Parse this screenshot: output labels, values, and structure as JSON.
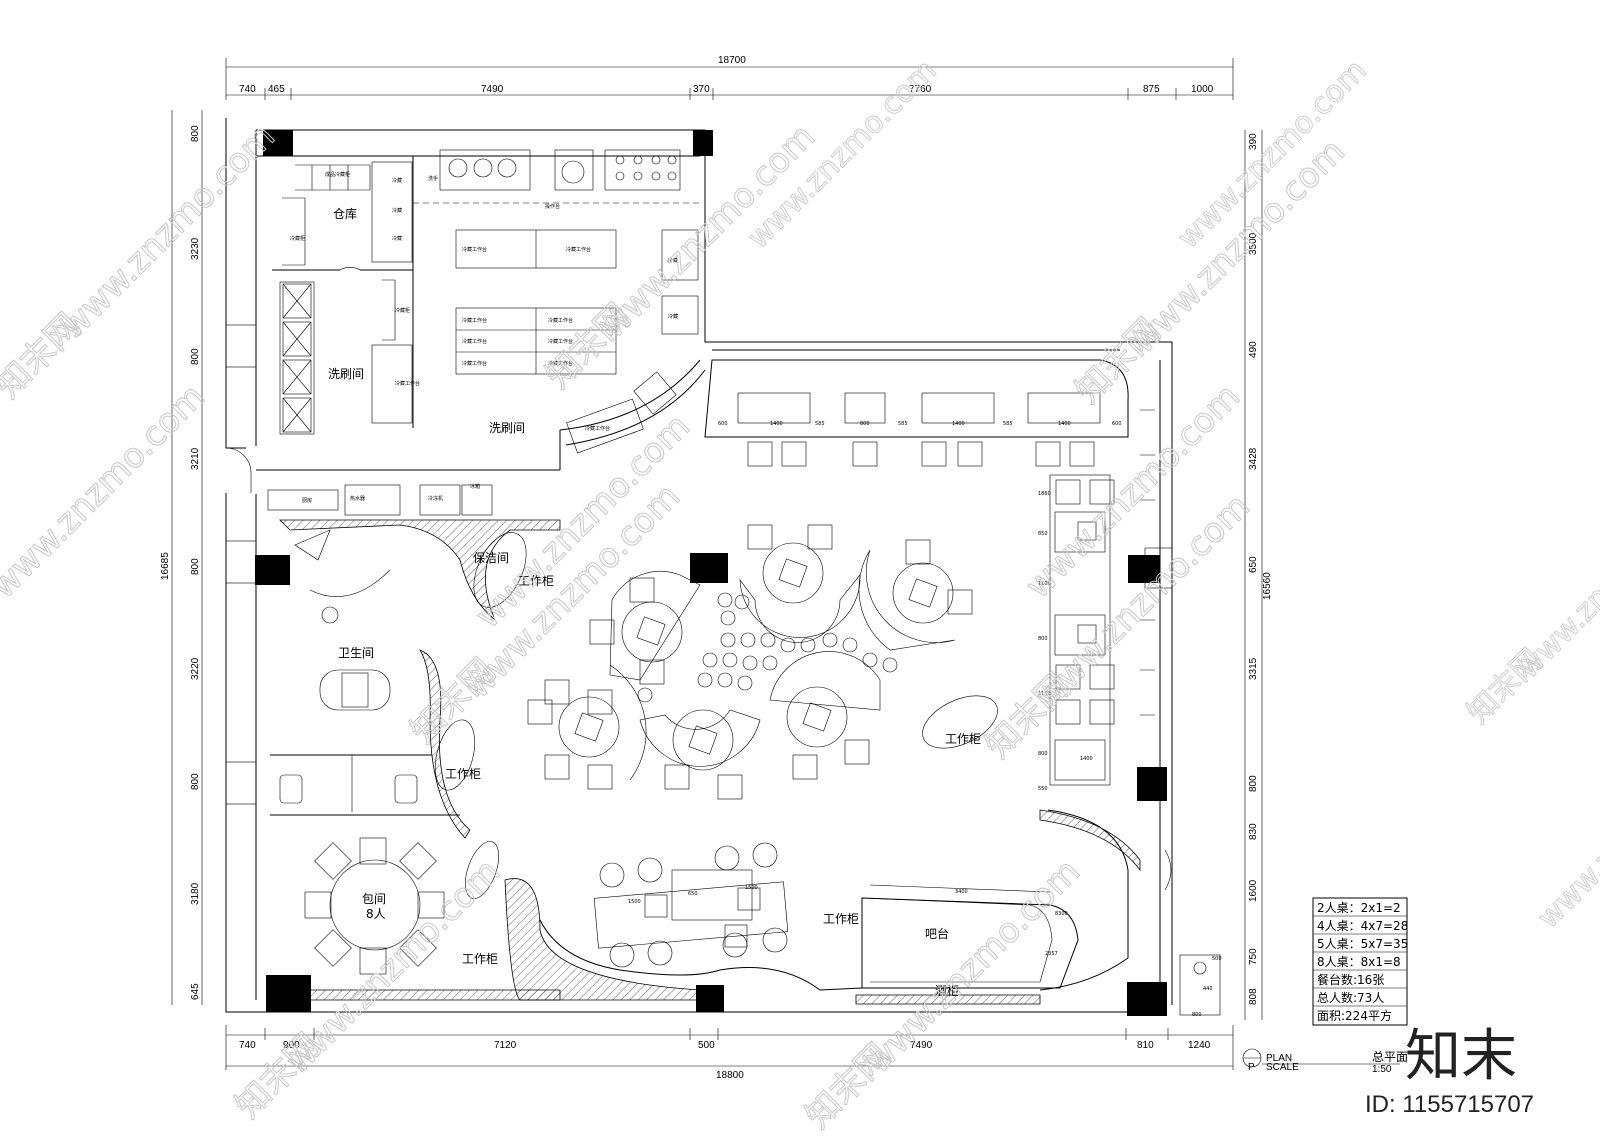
{
  "dims": {
    "top_total": "18700",
    "top": [
      "740",
      "465",
      "7490",
      "370",
      "7760",
      "875",
      "1000"
    ],
    "bottom_total": "18800",
    "bottom": [
      "740",
      "900",
      "7120",
      "500",
      "7490",
      "810",
      "1240"
    ],
    "left_total": "16685",
    "left": [
      "800",
      "3230",
      "800",
      "3210",
      "800",
      "3220",
      "800",
      "3180",
      "645"
    ],
    "right_total": "16560",
    "right": [
      "390",
      "3500",
      "490",
      "3428",
      "650",
      "3315",
      "800",
      "830",
      "1600",
      "750",
      "808"
    ],
    "table_widths": [
      "600",
      "1400",
      "585",
      "800",
      "585",
      "1400",
      "585",
      "1400",
      "600"
    ],
    "booth": [
      "1860",
      "850",
      "1100",
      "800",
      "1150",
      "800",
      "550",
      "1400"
    ],
    "bar_dims": [
      "3400",
      "8300",
      "2357"
    ],
    "counter": [
      "1500",
      "650",
      "1500"
    ],
    "sink": [
      "800",
      "440",
      "500"
    ]
  },
  "rooms": {
    "storage": "仓库",
    "wash1": "洗刷间",
    "wash2": "洗刷间",
    "cleaning": "保洁间",
    "work1": "工作柜",
    "work2": "工作柜",
    "work3": "工作柜",
    "work4": "工作柜",
    "work5": "工作柜",
    "toilet": "卫生间",
    "private_room": "包间",
    "private_room_cap": "8人",
    "bar": "吧台",
    "wine": "酒柜"
  },
  "legend": [
    "2人桌：2x1=2",
    "4人桌：4x7=28",
    "5人桌：5x7=35",
    "8人桌：8x1=8",
    "餐台数:16张",
    "总人数:73人",
    "面积:224平方"
  ],
  "title_block": {
    "marker": "P",
    "plan": "PLAN",
    "scale": "SCALE",
    "title": "总平面",
    "ratio": "1:50"
  },
  "watermark": {
    "url": "www.znzmo.com",
    "brand": "知末网",
    "logo": "知末",
    "id": "ID: 1155715707"
  }
}
